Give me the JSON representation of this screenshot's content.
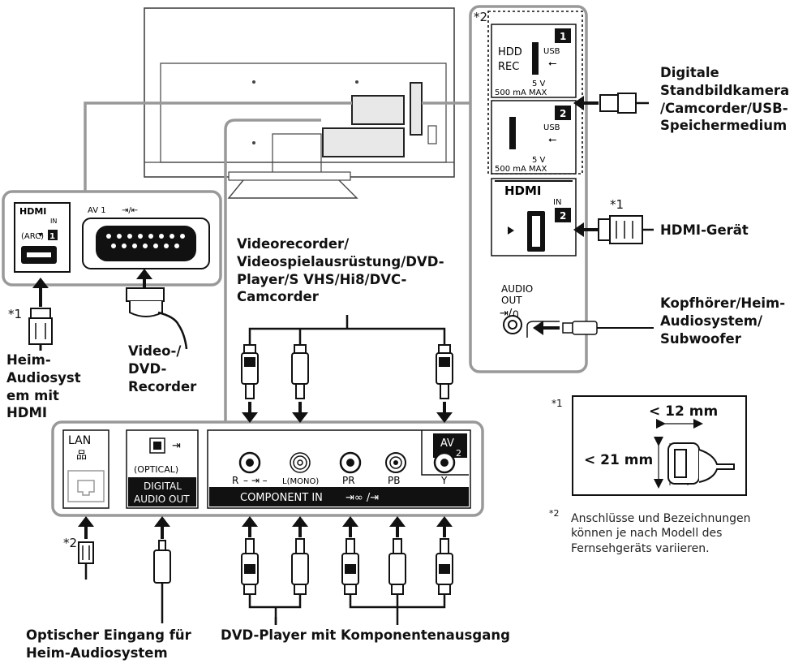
{
  "labels": {
    "camera": [
      "Digitale",
      "Standbildkamera",
      "/Camcorder/USB-",
      "Speichermedium"
    ],
    "hdmi_device": "HDMI-Gerät",
    "headphone": [
      "Kopfhörer/Heim-",
      "Audiosystem/",
      "Subwoofer"
    ],
    "video_recorder": [
      "Videorecorder/",
      "Videospielausrüstung/DVD-",
      "Player/S VHS/Hi8/DVC-",
      "Camcorder"
    ],
    "home_audio_hdmi": [
      "Heim-",
      "Audiosyst",
      "em mit",
      "HDMI"
    ],
    "video_dvd_recorder": [
      "Video-/",
      "DVD-",
      "Recorder"
    ],
    "optical_input": [
      "Optischer Eingang für",
      "Heim-Audiosystem"
    ],
    "dvd_component": "DVD-Player mit Komponentenausgang"
  },
  "notes": {
    "star1": "*1",
    "star2": "*2",
    "footnote2_mark": "*2",
    "footnote2_text": [
      "Anschlüsse und Bezeichnungen",
      "können je nach Modell des",
      "Fernsehgeräts variieren."
    ],
    "size_width": "< 12 mm",
    "size_height": "< 21 mm"
  },
  "panel_right": {
    "hdd": "HDD",
    "rec": "REC",
    "usb": "USB",
    "power": "5 V",
    "current": "500 mA MAX",
    "port1": "1",
    "port2": "2",
    "hdmi_logo": "HDMI",
    "in": "IN",
    "audio": "AUDIO",
    "out": "OUT"
  },
  "panel_left": {
    "hdmi_logo": "HDMI",
    "in": "IN",
    "arc": "(ARC)",
    "port1": "1",
    "av1": "AV 1"
  },
  "panel_bottom": {
    "lan": "LAN",
    "optical": "(OPTICAL)",
    "digital": "DIGITAL",
    "audio_out": "AUDIO OUT",
    "av2": "AV",
    "av2_num": "2",
    "r": "R",
    "l_mono": "L(MONO)",
    "pr": "PR",
    "pb": "PB",
    "y": "Y",
    "component_in": "COMPONENT IN"
  }
}
